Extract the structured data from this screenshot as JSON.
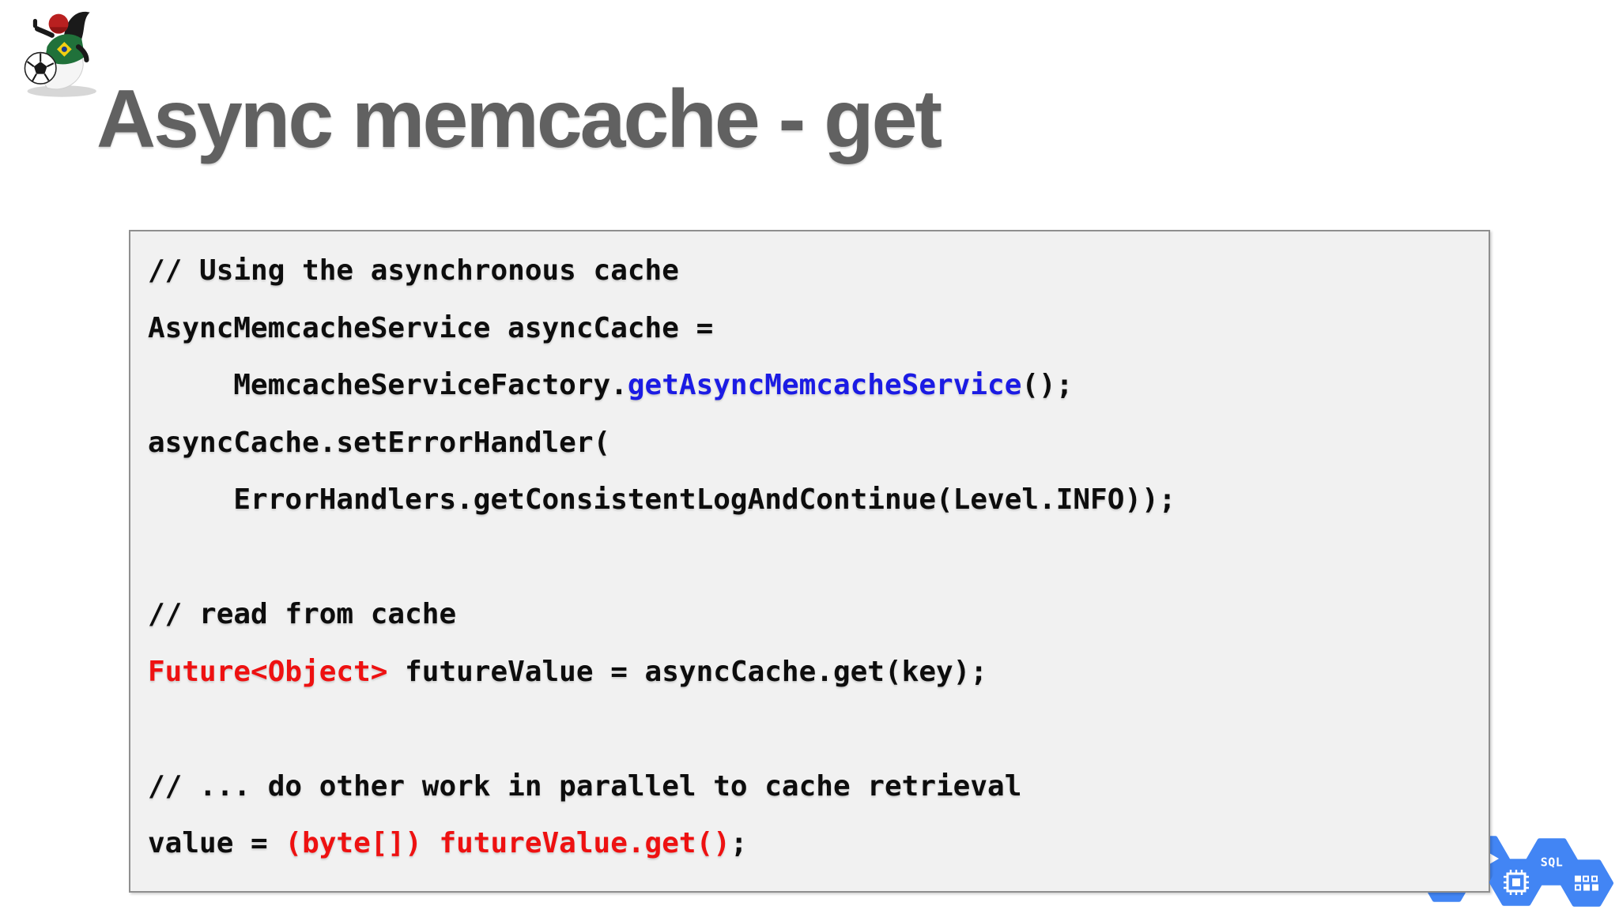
{
  "title": {
    "text": "Async memcache - get",
    "color": "#616161"
  },
  "logo": {
    "name": "java-duke-brazil-soccer-mascot"
  },
  "code_panel": {
    "background": "#f1f1f1",
    "border_color": "#8f8f8f",
    "colors": {
      "default": "#0d0d0d",
      "blue": "#1b1be4",
      "red": "#ee1111"
    },
    "lines": [
      [
        {
          "t": "// Using the asynchronous cache",
          "c": "default"
        }
      ],
      [
        {
          "t": "AsyncMemcacheService asyncCache =",
          "c": "default"
        }
      ],
      [
        {
          "t": "     MemcacheServiceFactory.",
          "c": "default"
        },
        {
          "t": "getAsyncMemcacheService",
          "c": "blue"
        },
        {
          "t": "();",
          "c": "default"
        }
      ],
      [
        {
          "t": "asyncCache.setErrorHandler(",
          "c": "default"
        }
      ],
      [
        {
          "t": "     ErrorHandlers.getConsistentLogAndContinue(Level.INFO));",
          "c": "default"
        }
      ],
      [],
      [
        {
          "t": "// read from cache",
          "c": "default"
        }
      ],
      [
        {
          "t": "Future<Object>",
          "c": "red"
        },
        {
          "t": " futureValue = asyncCache.get(key);",
          "c": "default"
        }
      ],
      [],
      [
        {
          "t": "// ... do other work in parallel to cache retrieval",
          "c": "default"
        }
      ],
      [
        {
          "t": "value = ",
          "c": "default"
        },
        {
          "t": "(byte[]) futureValue.get()",
          "c": "red"
        },
        {
          "t": ";",
          "c": "default"
        }
      ]
    ]
  },
  "badges": {
    "hex_color": "#4285f4",
    "glyph_color": "#ffffff",
    "items": [
      {
        "name": "hexagon-partial-arrow",
        "glyph": "arrow"
      },
      {
        "name": "hexagon-peek",
        "glyph": "none"
      },
      {
        "name": "hexagon-cpu-chip",
        "glyph": "chip"
      },
      {
        "name": "hexagon-sql",
        "glyph": "text",
        "label": "SQL"
      },
      {
        "name": "hexagon-grid-squares",
        "glyph": "grid"
      }
    ]
  }
}
